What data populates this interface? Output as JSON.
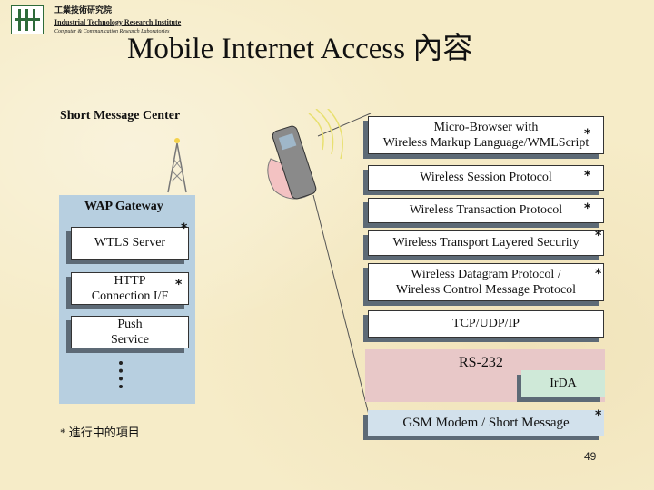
{
  "header": {
    "org_name_cn": "工業技術研究院",
    "org_name_en": "Industrial Technology Research Institute",
    "org_dept": "Computer & Communication Research Laboratories",
    "title": "Mobile Internet Access 內容"
  },
  "labels": {
    "smsc": "Short Message Center",
    "wap_gateway": "WAP Gateway",
    "legend": "* 進行中的項目"
  },
  "gateway_boxes": [
    {
      "text": "WTLS Server",
      "star": "*"
    },
    {
      "text": "HTTP\nConnection I/F",
      "star": "*"
    },
    {
      "text": "Push\nService",
      "star": ""
    }
  ],
  "stack": [
    {
      "text": "Micro-Browser with\nWireless Markup Language/WMLScript",
      "star": "*"
    },
    {
      "text": "Wireless Session Protocol",
      "star": "*"
    },
    {
      "text": "Wireless Transaction Protocol",
      "star": "*"
    },
    {
      "text": "Wireless Transport Layered Security",
      "star": "*"
    },
    {
      "text": "Wireless Datagram Protocol /\nWireless Control Message Protocol",
      "star": "*"
    },
    {
      "text": "TCP/UDP/IP",
      "star": ""
    }
  ],
  "transport": {
    "rs232": "RS-232",
    "irda": "IrDA",
    "gsm": "GSM Modem / Short Message",
    "gsm_star": "*"
  },
  "page_number": "49",
  "colors": {
    "background": "#f6ecc8",
    "gateway_panel": "#b7cfe0",
    "rs232": "#e8c8c8",
    "irda": "#cfe9d8",
    "gsm": "#d2e1ec",
    "shadow": "#5d6a76"
  }
}
